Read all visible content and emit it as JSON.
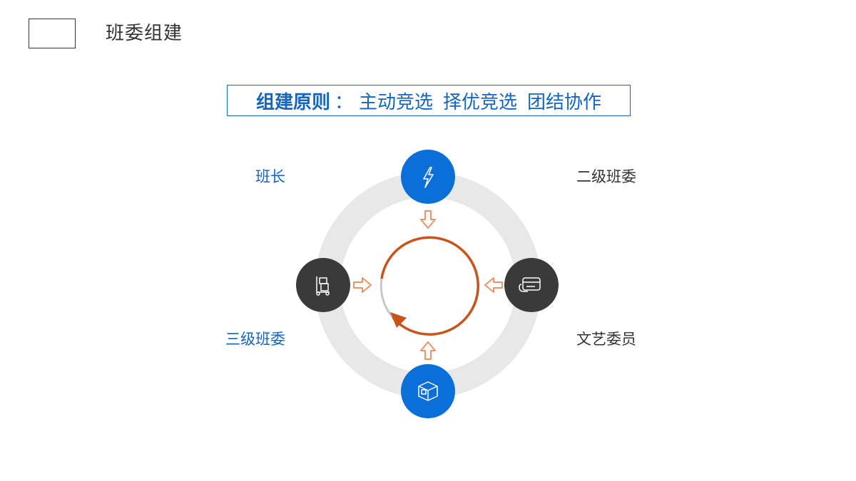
{
  "slide": {
    "title": "班委组建"
  },
  "principle": {
    "label": "组建原则",
    "separator": "：",
    "items": [
      "主动竞选",
      "择优竞选",
      "团结协作"
    ]
  },
  "roles": {
    "top_left": "班长",
    "top_right": "二级班委",
    "bottom_left": "三级班委",
    "bottom_right": "文艺委员"
  },
  "nodes": {
    "top": {
      "icon": "lightning-icon",
      "color": "#0a6fd8"
    },
    "right": {
      "icon": "credit-card-icon",
      "color": "#3a3a3a"
    },
    "bottom": {
      "icon": "box-icon",
      "color": "#0a6fd8"
    },
    "left": {
      "icon": "luggage-cart-icon",
      "color": "#3a3a3a"
    }
  },
  "colors": {
    "accent_blue": "#1565c0",
    "node_blue": "#0a6fd8",
    "node_dark": "#3a3a3a",
    "ring_gray": "#e8e8e8",
    "cycle_orange": "#c8541a",
    "arrow_orange": "#e8946a"
  }
}
